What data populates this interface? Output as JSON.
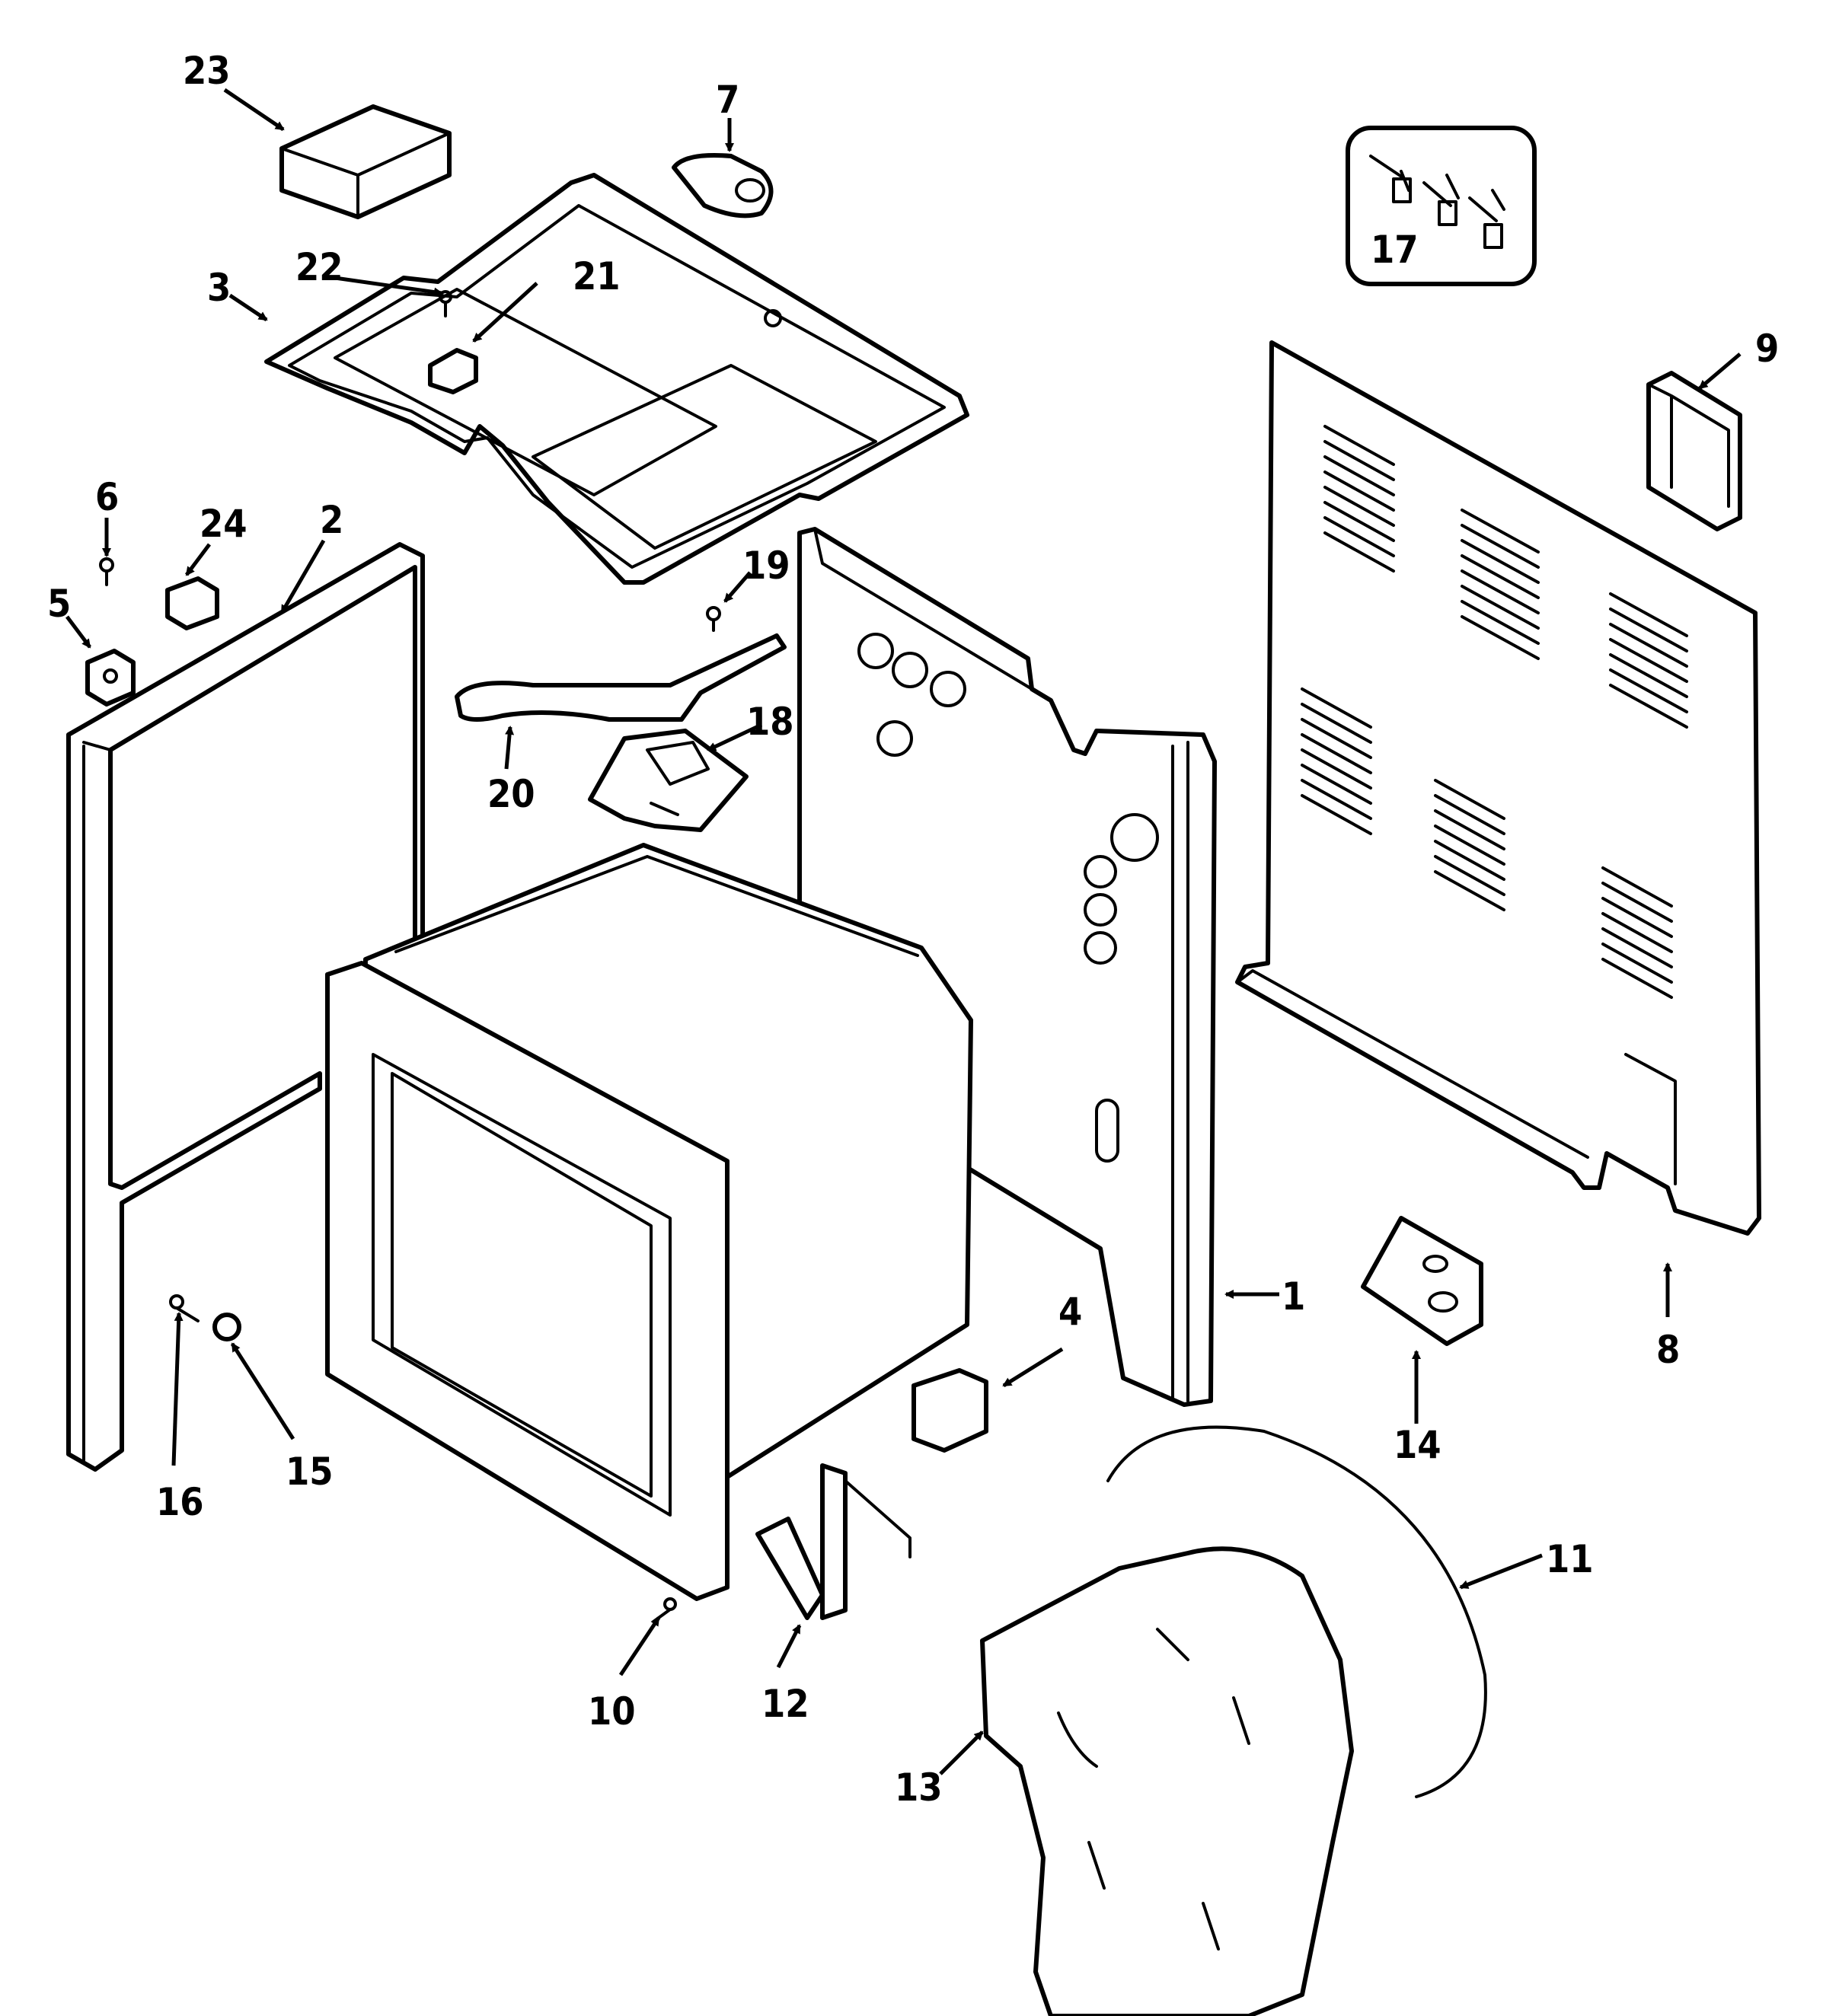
{
  "diagram": {
    "part_numbers": [
      "1",
      "2",
      "3",
      "4",
      "5",
      "6",
      "7",
      "8",
      "9",
      "10",
      "11",
      "12",
      "13",
      "14",
      "15",
      "16",
      "17",
      "18",
      "19",
      "20",
      "21",
      "22",
      "23",
      "24"
    ]
  }
}
